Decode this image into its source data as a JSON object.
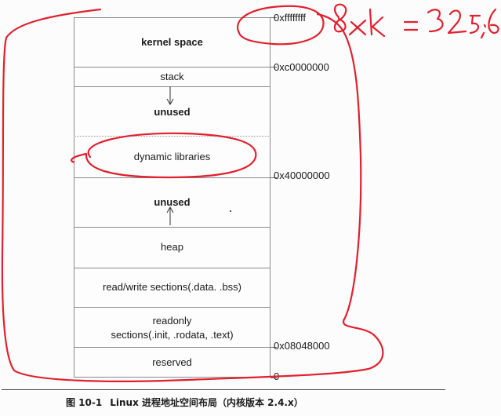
{
  "diagram": {
    "segments": [
      {
        "id": "kernel",
        "label": "kernel space",
        "bold": true
      },
      {
        "id": "stack",
        "label": "stack",
        "bold": false
      },
      {
        "id": "unused_top",
        "label": "unused",
        "bold": true
      },
      {
        "id": "dynlib",
        "label": "dynamic libraries",
        "bold": false
      },
      {
        "id": "unused_mid",
        "label": "unused",
        "bold": true
      },
      {
        "id": "heap",
        "label": "heap",
        "bold": false
      },
      {
        "id": "rw",
        "label": "read/write sections(.data. .bss)",
        "bold": false
      },
      {
        "id": "ro",
        "label": "readonly\nsections(.init, .rodata, .text)",
        "bold": false
      },
      {
        "id": "reserved",
        "label": "reserved",
        "bold": false
      }
    ],
    "addresses": [
      {
        "id": "top",
        "label": "0xffffffff"
      },
      {
        "id": "kernel_base",
        "label": "0xc0000000"
      },
      {
        "id": "mmap_base",
        "label": "0x40000000"
      },
      {
        "id": "text_base",
        "label": "0x08048000"
      },
      {
        "id": "zero",
        "label": "0"
      }
    ],
    "arrows": [
      {
        "id": "stack_grows",
        "direction": "down"
      },
      {
        "id": "heap_grows",
        "direction": "up"
      }
    ]
  },
  "caption": {
    "figure_number": "图 10-1",
    "text": "Linux 进程地址空间布局（内核版本 2.4.x）"
  },
  "handwriting": {
    "color": "#e0202e",
    "note": "8xk = 32 5;6"
  }
}
